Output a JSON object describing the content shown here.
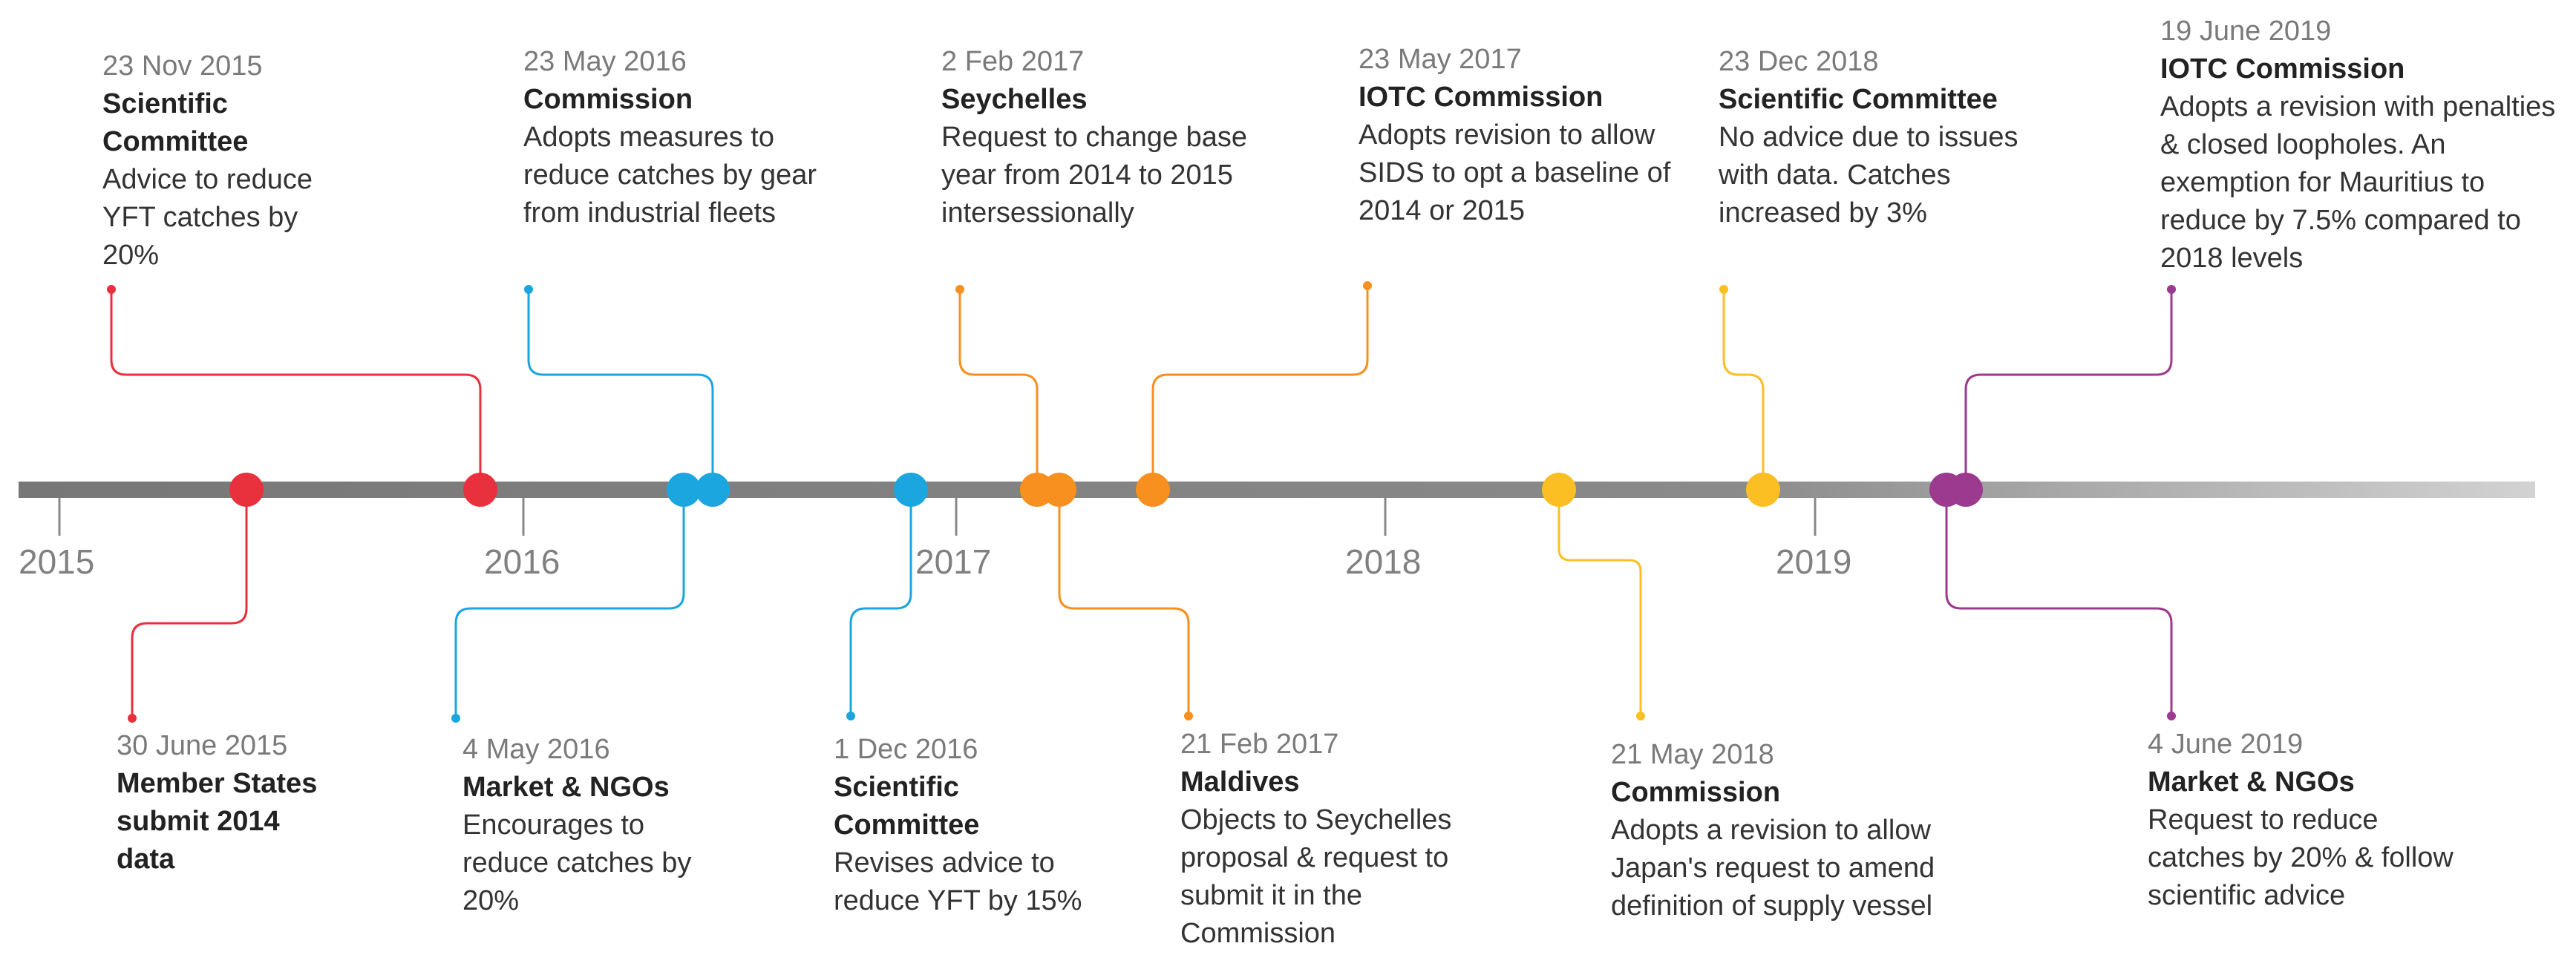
{
  "timeline": {
    "years": [
      "2015",
      "2016",
      "2017",
      "2018",
      "2019"
    ],
    "events": [
      {
        "id": "e1",
        "date": "23 Nov 2015",
        "actor": "Scientific Committee",
        "desc": "Advice to reduce YFT catches by 20%",
        "color": "#e8313d"
      },
      {
        "id": "e2",
        "date": "30 June 2015",
        "actor": "Member States submit 2014 data",
        "desc": "",
        "color": "#e8313d"
      },
      {
        "id": "e3",
        "date": "23 May 2016",
        "actor": "Commission",
        "desc": "Adopts measures to reduce catches by gear from industrial fleets",
        "color": "#1ba6df"
      },
      {
        "id": "e4",
        "date": "4 May 2016",
        "actor": "Market & NGOs",
        "desc": "Encourages to reduce catches by 20%",
        "color": "#1ba6df"
      },
      {
        "id": "e5",
        "date": "1 Dec 2016",
        "actor": "Scientific Committee",
        "desc": "Revises advice to reduce YFT by 15%",
        "color": "#1ba6df"
      },
      {
        "id": "e6",
        "date": "2 Feb 2017",
        "actor": "Seychelles",
        "desc": "Request to change base year from 2014 to 2015 intersessionally",
        "color": "#f7901e"
      },
      {
        "id": "e7",
        "date": "21 Feb 2017",
        "actor": "Maldives",
        "desc": "Objects to Seychelles proposal & request to submit it in the Commission",
        "color": "#f7901e"
      },
      {
        "id": "e8",
        "date": "23 May 2017",
        "actor": "IOTC Commission",
        "desc": "Adopts revision to allow SIDS to opt a baseline of 2014 or 2015",
        "color": "#f7901e"
      },
      {
        "id": "e9",
        "date": "21 May 2018",
        "actor": "Commission",
        "desc": "Adopts a revision to allow Japan's request to amend definition of supply vessel",
        "color": "#fbbf24"
      },
      {
        "id": "e10",
        "date": "23 Dec 2018",
        "actor": "Scientific Committee",
        "desc": "No advice due to issues with data. Catches increased by 3%",
        "color": "#fbbf24"
      },
      {
        "id": "e11",
        "date": "19 June 2019",
        "actor": "IOTC Commission",
        "desc": "Adopts a revision with penalties & closed loopholes. An exemption for Mauritius to reduce by 7.5% compared to 2018 levels",
        "color": "#9b3a8f"
      },
      {
        "id": "e12",
        "date": "4 June 2019",
        "actor": "Market & NGOs",
        "desc": "Request to reduce catches by 20% & follow scientific advice",
        "color": "#9b3a8f"
      }
    ]
  }
}
